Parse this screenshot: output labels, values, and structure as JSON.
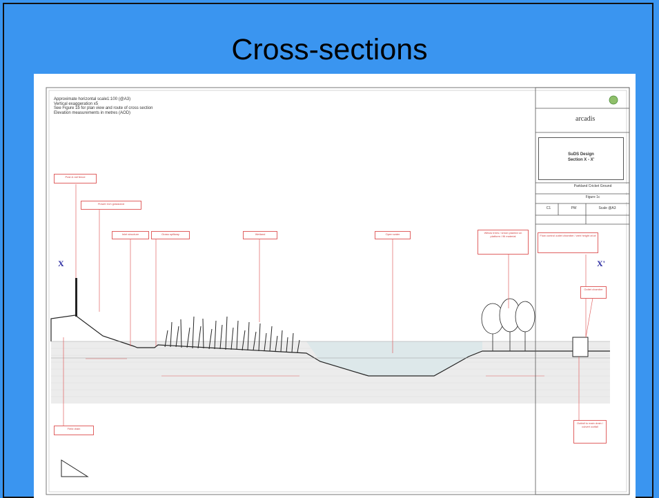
{
  "slide": {
    "title": "Cross-sections"
  },
  "drawing": {
    "notes": [
      "Approximate horizontal scale1:100 (@A3)",
      "Vertical exaggeration x5",
      "See Figure 1b for plan view and route of cross section",
      "Elevation measurements in metres (AOD)"
    ],
    "section_start": "X",
    "section_end": "X'",
    "title_block": {
      "logo": "arcadis",
      "title_line1": "SuDS Design",
      "title_line2": "Section X - X'",
      "project": "Parkland Cricket Ground",
      "figure": "Figure 1c",
      "rev": "C1",
      "checked": "PW",
      "date": "Scale @A3"
    },
    "callouts": [
      {
        "id": "fence",
        "text": "Post & rail fence"
      },
      {
        "id": "grass",
        "text": "Flower rich grassland"
      },
      {
        "id": "inlet",
        "text": "Inlet structure"
      },
      {
        "id": "spillway",
        "text": "Grass spillway"
      },
      {
        "id": "wetland",
        "text": "Wetland"
      },
      {
        "id": "water",
        "text": "Open water"
      },
      {
        "id": "trees",
        "text": "Willow trees / shrub planted on platform / fill material"
      },
      {
        "id": "outlet",
        "text": "Flow control outlet chamber / weir height at wl"
      },
      {
        "id": "chamber",
        "text": "Outlet chamber"
      },
      {
        "id": "drain",
        "text": "Field drain"
      },
      {
        "id": "culvert",
        "text": "Outfall to main drain / culvert outfall"
      }
    ]
  }
}
